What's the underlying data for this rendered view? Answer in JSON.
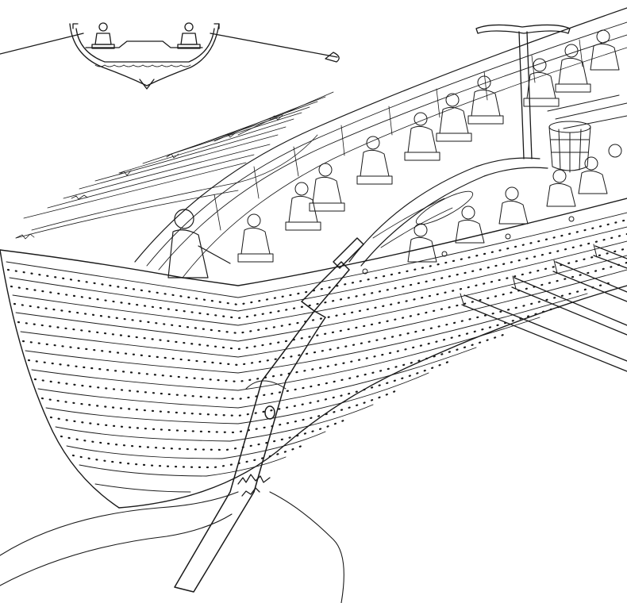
{
  "drawing": {
    "subject": "line-drawing-viking-longship",
    "ink_color": "#1a1a1a",
    "paper_color": "#ffffff",
    "rowers_per_side_visible": 11,
    "oars_starboard": 6
  }
}
